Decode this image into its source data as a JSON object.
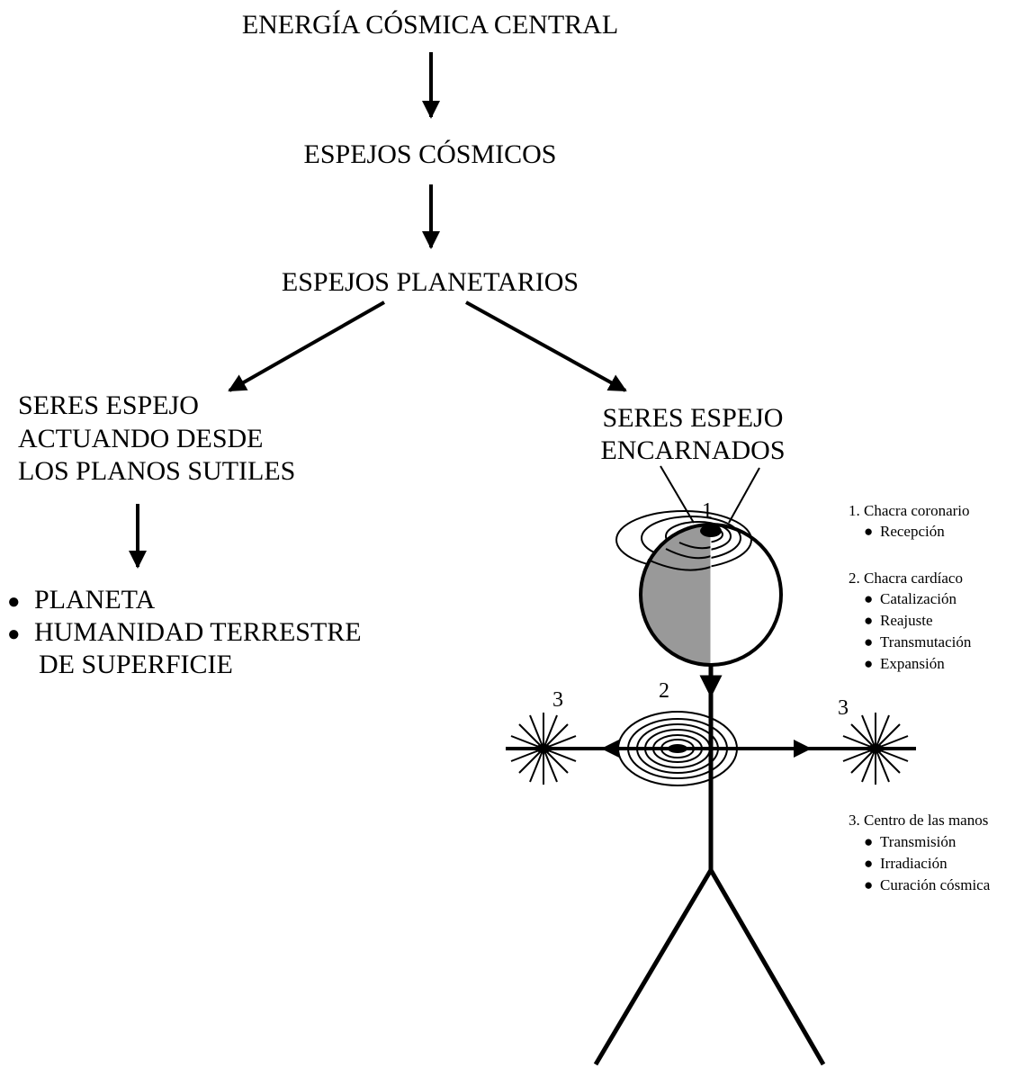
{
  "flow": {
    "top": "ENERGÍA CÓSMICA CENTRAL",
    "cosmic_mirrors": "ESPEJOS CÓSMICOS",
    "planetary_mirrors": "ESPEJOS PLANETARIOS",
    "left_branch": [
      "SERES ESPEJO",
      "ACTUANDO DESDE",
      "LOS PLANOS SUTILES"
    ],
    "right_branch": [
      "SERES ESPEJO",
      "ENCARNADOS"
    ]
  },
  "targets": {
    "bullet": "●",
    "items": [
      "PLANETA",
      "HUMANIDAD TERRESTRE",
      "DE SUPERFICIE"
    ]
  },
  "figure": {
    "markers": {
      "crown": "1",
      "heart": "2",
      "hand_left": "3",
      "hand_right": "3"
    },
    "head_shade_color": "#999999"
  },
  "legend": {
    "bullet": "●",
    "crown": {
      "title": "1. Chacra coronario",
      "items": [
        "Recepción"
      ]
    },
    "heart": {
      "title": "2. Chacra cardíaco",
      "items": [
        "Catalización",
        "Reajuste",
        "Transmutación",
        "Expansión"
      ]
    },
    "hands": {
      "title": "3. Centro de las manos",
      "items": [
        "Transmisión",
        "Irradiación",
        "Curación cósmica"
      ]
    }
  }
}
